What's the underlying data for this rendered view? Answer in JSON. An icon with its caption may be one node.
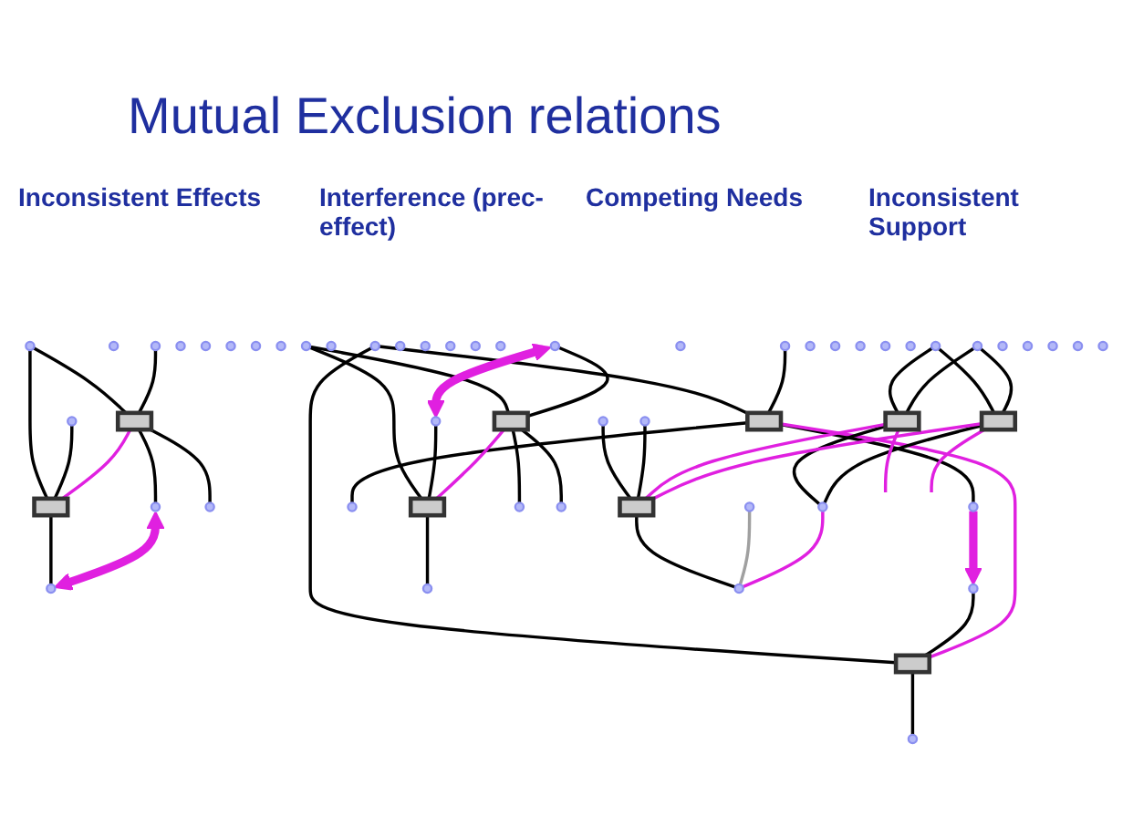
{
  "diagram": {
    "title": "Mutual Exclusion relations",
    "nodes": [
      {
        "text": [],
        "shape": "circle"
      },
      {
        "text": [],
        "shape": "circle"
      },
      {
        "text": [],
        "shape": "circle"
      },
      {
        "text": [],
        "shape": "circle"
      },
      {
        "text": [],
        "shape": "circle"
      },
      {
        "text": [],
        "shape": "circle"
      },
      {
        "text": [],
        "shape": "box"
      },
      {
        "text": [],
        "shape": "box"
      },
      {
        "text": [],
        "shape": "circle"
      },
      {
        "text": [],
        "shape": "circle"
      },
      {
        "text": [],
        "shape": "circle"
      },
      {
        "text": [],
        "shape": "circle"
      },
      {
        "text": [],
        "shape": "circle"
      },
      {
        "text": [],
        "shape": "circle"
      },
      {
        "text": [],
        "shape": "circle"
      },
      {
        "text": [],
        "shape": "circle"
      },
      {
        "text": [],
        "shape": "circle"
      },
      {
        "text": [],
        "shape": "circle"
      },
      {
        "text": [],
        "shape": "circle"
      },
      {
        "text": [],
        "shape": "circle"
      },
      {
        "text": [],
        "shape": "box"
      },
      {
        "text": [],
        "shape": "box"
      },
      {
        "text": [],
        "shape": "circle"
      },
      {
        "text": [],
        "shape": "circle"
      },
      {
        "text": [],
        "shape": "circle"
      },
      {
        "text": [],
        "shape": "circle"
      },
      {
        "text": [],
        "shape": "circle"
      },
      {
        "text": [],
        "shape": "circle"
      },
      {
        "text": [],
        "shape": "circle"
      },
      {
        "text": [],
        "shape": "circle"
      },
      {
        "text": [],
        "shape": "circle"
      },
      {
        "text": [],
        "shape": "circle"
      },
      {
        "text": [],
        "shape": "circle"
      },
      {
        "text": [],
        "shape": "circle"
      },
      {
        "text": [],
        "shape": "box"
      },
      {
        "text": [],
        "shape": "box"
      },
      {
        "text": [],
        "shape": "circle"
      },
      {
        "text": [],
        "shape": "circle"
      },
      {
        "text": [],
        "shape": "circle"
      },
      {
        "text": [],
        "shape": "circle"
      },
      {
        "text": [],
        "shape": "circle"
      },
      {
        "text": [],
        "shape": "circle"
      },
      {
        "text": [],
        "shape": "circle"
      },
      {
        "text": [],
        "shape": "circle"
      },
      {
        "text": [],
        "shape": "circle"
      },
      {
        "text": [],
        "shape": "circle"
      },
      {
        "text": [],
        "shape": "circle"
      },
      {
        "text": [],
        "shape": "circle"
      },
      {
        "text": [],
        "shape": "box"
      },
      {
        "text": [],
        "shape": "box"
      },
      {
        "text": [],
        "shape": "box"
      },
      {
        "text": [],
        "shape": "circle"
      },
      {
        "text": [],
        "shape": "circle"
      },
      {
        "text": [],
        "shape": "circle"
      },
      {
        "text": [],
        "shape": "circle"
      },
      {
        "text": [],
        "shape": "circle"
      },
      {
        "text": [],
        "shape": "circle"
      }
    ],
    "edges": [
      {
        "from": 0,
        "to": 6,
        "arrow": "none"
      },
      {
        "from": 0,
        "to": 7,
        "arrow": "none"
      },
      {
        "from": 2,
        "to": 6,
        "arrow": "none"
      },
      {
        "from": 5,
        "to": 7,
        "arrow": "none"
      },
      {
        "from": 6,
        "to": 9,
        "arrow": "none"
      },
      {
        "from": 6,
        "to": 10,
        "arrow": "none"
      },
      {
        "from": 7,
        "to": 12,
        "arrow": "none"
      },
      {
        "from": 6,
        "to": 7,
        "arrow": "none",
        "color": "#e020e0"
      },
      {
        "from": 9,
        "to": 12,
        "arrow": "both",
        "style": "thick",
        "color": "#e020e0"
      },
      {
        "from": 14,
        "to": 20,
        "arrow": "none"
      },
      {
        "from": 14,
        "to": 21,
        "arrow": "none"
      },
      {
        "from": 16,
        "to": 20,
        "arrow": "none"
      },
      {
        "from": 19,
        "to": 21,
        "arrow": "none"
      },
      {
        "from": 20,
        "to": 23,
        "arrow": "none"
      },
      {
        "from": 20,
        "to": 24,
        "arrow": "none"
      },
      {
        "from": 21,
        "to": 26,
        "arrow": "none"
      },
      {
        "from": 20,
        "to": 21,
        "arrow": "none",
        "color": "#e020e0"
      },
      {
        "from": 23,
        "to": 19,
        "arrow": "to",
        "style": "thick",
        "color": "#e020e0"
      },
      {
        "from": 28,
        "to": 34,
        "arrow": "none"
      },
      {
        "from": 28,
        "to": 35,
        "arrow": "none"
      },
      {
        "from": 30,
        "to": 34,
        "arrow": "none"
      },
      {
        "from": 33,
        "to": 35,
        "arrow": "none"
      },
      {
        "from": 34,
        "to": 37,
        "arrow": "none"
      },
      {
        "from": 34,
        "to": 38,
        "arrow": "none"
      },
      {
        "from": 35,
        "to": 40,
        "arrow": "none"
      },
      {
        "from": 34,
        "to": 35,
        "arrow": "none",
        "color": "#e020e0"
      },
      {
        "from": 30,
        "to": 33,
        "arrow": "both",
        "style": "thick",
        "color": "#e020e0"
      },
      {
        "from": 42,
        "to": 48,
        "arrow": "none"
      },
      {
        "from": 42,
        "to": 49,
        "arrow": "none"
      },
      {
        "from": 43,
        "to": 48,
        "arrow": "none"
      },
      {
        "from": 43,
        "to": 49,
        "arrow": "none"
      },
      {
        "from": 45,
        "to": 50,
        "arrow": "none"
      },
      {
        "from": 46,
        "to": 50,
        "arrow": "none"
      },
      {
        "from": 48,
        "to": 52,
        "arrow": "none"
      },
      {
        "from": 49,
        "to": 52,
        "arrow": "none"
      },
      {
        "from": 50,
        "to": 56,
        "arrow": "none"
      },
      {
        "from": 47,
        "to": 56,
        "arrow": "none",
        "color": "#a0a0a0"
      },
      {
        "from": 48,
        "to": 50,
        "arrow": "none",
        "color": "#e020e0"
      },
      {
        "from": 49,
        "to": 50,
        "arrow": "none",
        "color": "#e020e0"
      },
      {
        "from": 48,
        "to": null,
        "arrow": "none",
        "color": "#e020e0"
      },
      {
        "from": 49,
        "to": null,
        "arrow": "none",
        "color": "#e020e0"
      },
      {
        "from": 52,
        "to": 56,
        "arrow": "none",
        "color": "#e020e0"
      }
    ],
    "labels": [
      "Inconsistent Effects",
      "Interference (prec-effect)",
      "Competing Needs",
      "Inconsistent Support"
    ]
  }
}
